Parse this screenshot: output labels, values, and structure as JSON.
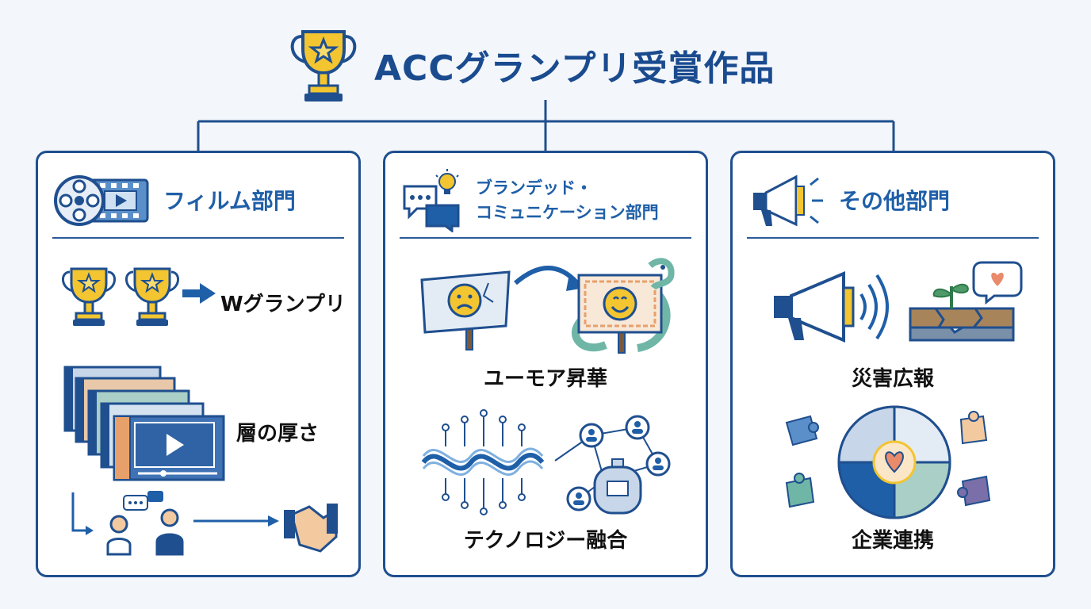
{
  "title": "ACCグランプリ受賞作品",
  "colors": {
    "navy": "#1f4f8f",
    "blue": "#1f5fa8",
    "gold": "#f2c531",
    "teal": "#6fb6a6",
    "peach": "#f3c9a0"
  },
  "panels": [
    {
      "title": "フィルム部門",
      "icon": "film-reel-icon",
      "items": [
        {
          "label": "Wグランプリ",
          "icon": "double-trophy-icon"
        },
        {
          "label": "層の厚さ",
          "icon": "stacked-film-icon"
        },
        {
          "label": "",
          "icon": "handshake-icon"
        }
      ]
    },
    {
      "title_line1": "ブランデッド・",
      "title_line2": "コミュニケーション部門",
      "icon": "chat-lightbulb-icon",
      "items": [
        {
          "label": "ユーモア昇華",
          "icon": "sign-transform-icon"
        },
        {
          "label": "テクノロジー融合",
          "icon": "network-tech-icon"
        }
      ]
    },
    {
      "title": "その他部門",
      "icon": "megaphone-icon",
      "items": [
        {
          "label": "災害広報",
          "icon": "megaphone-sprout-icon"
        },
        {
          "label": "企業連携",
          "icon": "puzzle-heart-icon"
        }
      ]
    }
  ]
}
